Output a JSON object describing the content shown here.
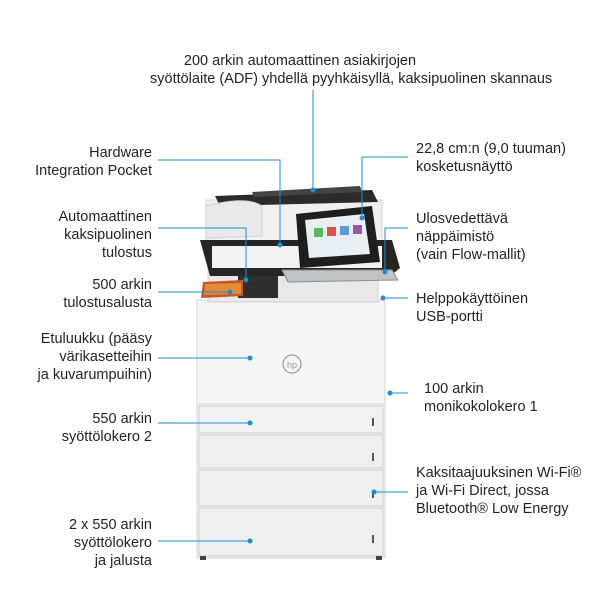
{
  "callouts": [
    {
      "id": "adf",
      "lines": [
        "200 arkin automaattinen asiakirjojen",
        "syöttölaite (ADF) yhdellä pyyhkäisyllä, kaksipuolinen skannaus"
      ]
    },
    {
      "id": "hip",
      "lines": [
        "Hardware",
        "Integration Pocket"
      ]
    },
    {
      "id": "duplex",
      "lines": [
        "Automaattinen",
        "kaksipuolinen",
        "tulostus"
      ]
    },
    {
      "id": "outbin",
      "lines": [
        "500 arkin",
        "tulostusalusta"
      ]
    },
    {
      "id": "frontdoor",
      "lines": [
        "Etuluukku (pääsy",
        "värikasetteihin",
        "ja kuvarumpuihin)"
      ]
    },
    {
      "id": "tray2",
      "lines": [
        "550 arkin",
        "syöttölokero 2"
      ]
    },
    {
      "id": "tray34",
      "lines": [
        "2 x 550 arkin",
        "syöttölokero",
        "ja jalusta"
      ]
    },
    {
      "id": "touch",
      "lines": [
        "22,8 cm:n (9,0 tuuman)",
        "kosketusnäyttö"
      ]
    },
    {
      "id": "keyboard",
      "lines": [
        "Ulosvedettävä",
        "näppäimistö",
        "(vain Flow-mallit)"
      ]
    },
    {
      "id": "usb",
      "lines": [
        "Helppokäyttöinen",
        "USB-portti"
      ]
    },
    {
      "id": "tray1",
      "lines": [
        "100 arkin",
        "monikokolokero 1"
      ]
    },
    {
      "id": "wifi",
      "lines": [
        "Kaksitaajuuksinen Wi-Fi®",
        "ja Wi-Fi Direct, jossa",
        "Bluetooth® Low Energy"
      ]
    }
  ],
  "printer": {
    "brand": "hp"
  },
  "colors": {
    "accent": "#1a8fd1",
    "body": "#f2f2f2",
    "dark": "#2a2a2a"
  }
}
